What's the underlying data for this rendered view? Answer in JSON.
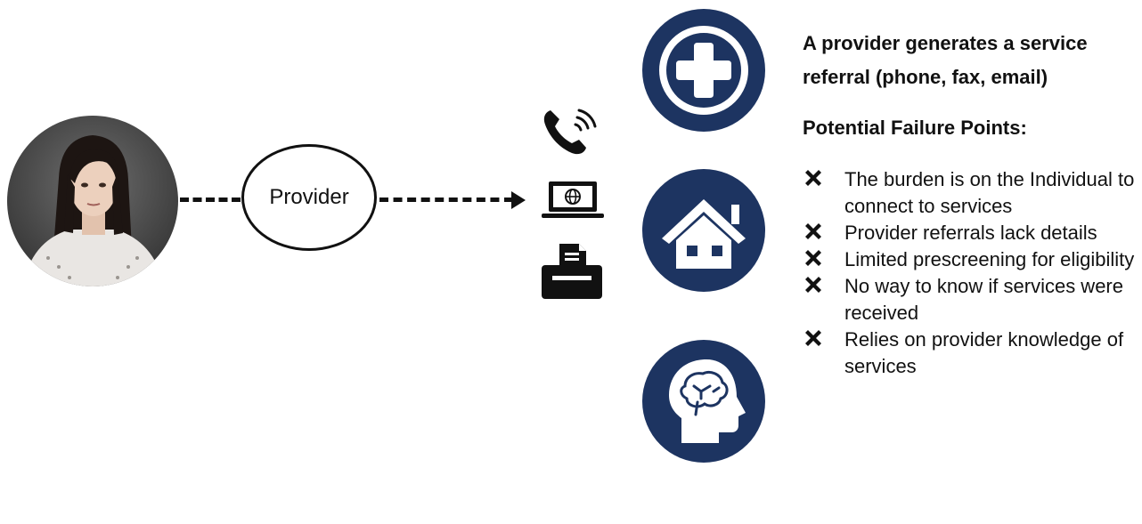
{
  "flow": {
    "provider_label": "Provider"
  },
  "channels": {
    "icons": [
      "phone-icon",
      "laptop-globe-icon",
      "fax-icon"
    ]
  },
  "categories": {
    "icons": [
      "medical-cross-icon",
      "house-icon",
      "brain-head-icon"
    ],
    "color": "#1d3461"
  },
  "info": {
    "title": "A provider generates a service referral (phone, fax, email)",
    "subheading": "Potential Failure Points:",
    "failure_points": [
      "The burden is on the Individual to connect to services",
      "Provider referrals lack details",
      "Limited prescreening for eligibility",
      "No way to know if services were received",
      "Relies on provider knowledge of services"
    ]
  }
}
